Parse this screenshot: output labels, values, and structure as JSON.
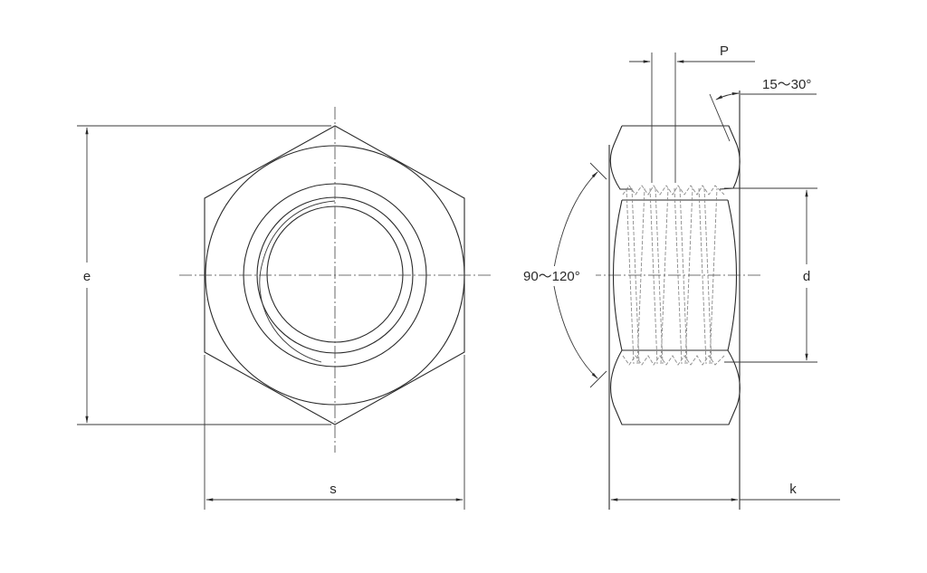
{
  "diagram": {
    "subject": "Hex nut technical drawing",
    "views": [
      {
        "name": "front-view",
        "description": "Hexagon face view with threaded bore circles"
      },
      {
        "name": "side-view",
        "description": "Side view with chamfers and hidden thread lines"
      }
    ],
    "dimensions": {
      "e": {
        "label": "e",
        "meaning": "width across corners"
      },
      "s": {
        "label": "s",
        "meaning": "width across flats"
      },
      "k": {
        "label": "k",
        "meaning": "nut height"
      },
      "d": {
        "label": "d",
        "meaning": "thread diameter"
      },
      "p": {
        "label": "P",
        "meaning": "thread pitch"
      }
    },
    "angles": {
      "chamfer_angle": "15～30°",
      "countersink_angle": "90～120°"
    }
  },
  "colors": {
    "line": "#2a2a2a",
    "hidden_line": "#8a8a8a",
    "background": "#ffffff"
  }
}
